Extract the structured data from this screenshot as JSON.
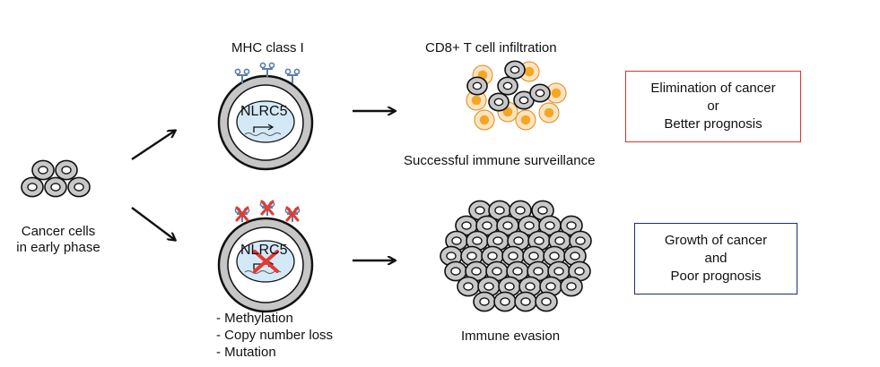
{
  "start": {
    "label_line1": "Cancer cells",
    "label_line2": "in early phase"
  },
  "top_path": {
    "receptor_label": "MHC class I",
    "gene_label": "NLRC5",
    "infiltration_label": "CD8+ T cell infiltration",
    "surveillance_label": "Successful immune surveillance",
    "outcome": {
      "line1": "Elimination of cancer",
      "line2": "or",
      "line3": "Better prognosis",
      "border_color": "#d9342b"
    }
  },
  "bottom_path": {
    "gene_label": "NLRC5",
    "causes": [
      "- Methylation",
      "- Copy number loss",
      "- Mutation"
    ],
    "evasion_label": "Immune evasion",
    "outcome": {
      "line1": "Growth of cancer",
      "line2": "and",
      "line3": "Poor prognosis",
      "border_color": "#1f2a7a"
    }
  },
  "colors": {
    "cancer_cell_fill": "#c8c8c8",
    "t_cell_fill": "#f5a623",
    "t_cell_ring": "#fde3bf",
    "nucleus_fill": "#d4e9f7",
    "mhc_color": "#5a7fa8",
    "cross_color": "#e8392f"
  },
  "icons": {
    "arrow": "arrow-right-icon",
    "mhc": "mhc-receptor-icon",
    "cross": "red-x-icon"
  }
}
